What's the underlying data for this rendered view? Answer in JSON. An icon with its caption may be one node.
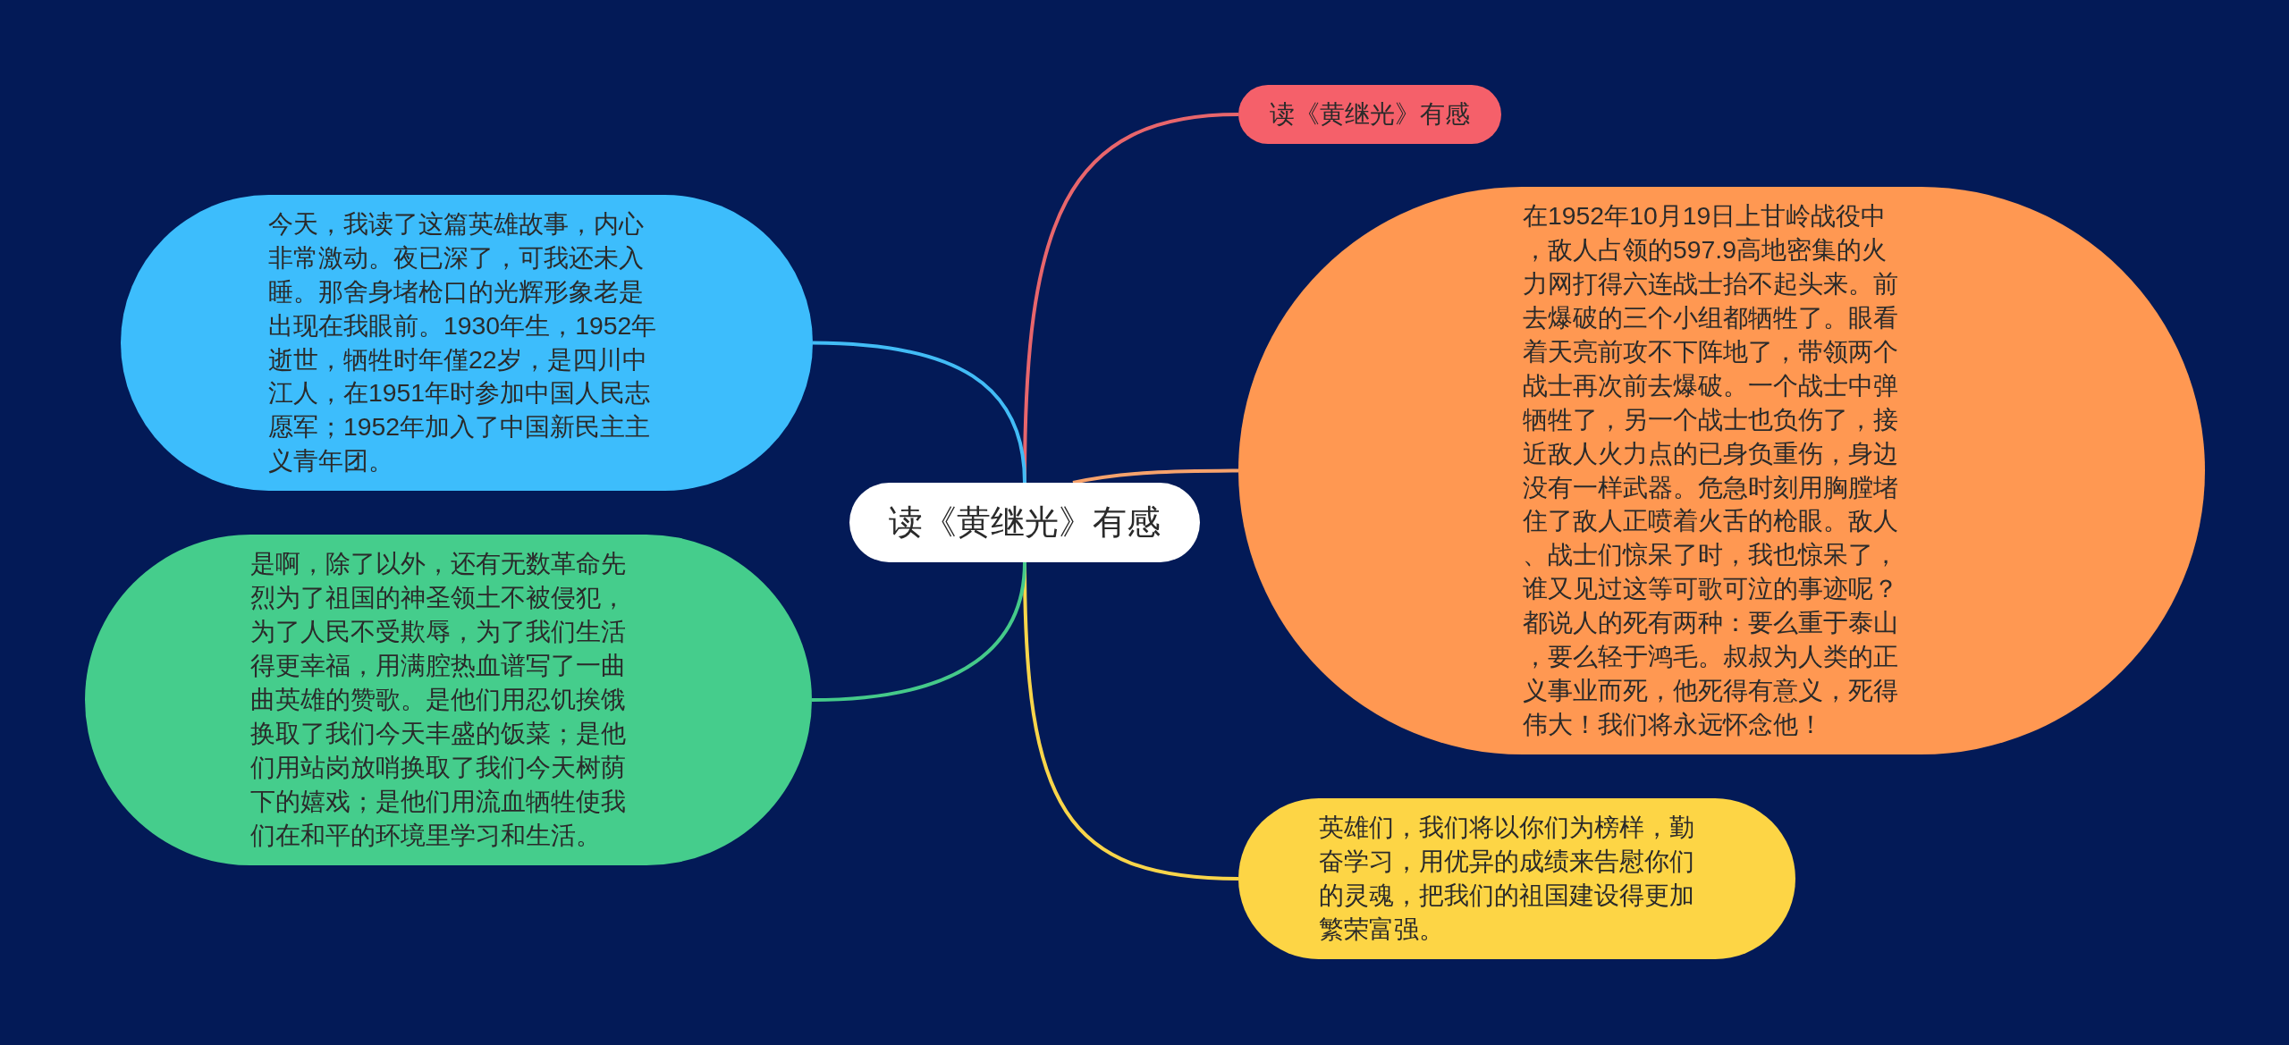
{
  "diagram": {
    "nodes": [
      {
        "text": [
          "读《黄继光》有感"
        ]
      },
      {
        "text": [
          "读《黄继光》有感"
        ]
      },
      {
        "text": [
          "在1952年10月19日上甘岭战役中，敌人占领的597.9高地密集的火力网打得六连战士抬不起头来。前去爆破的三个小组都牺牲了。眼看着天亮前攻不下阵地了，带领两个战士再次前去爆破。一个战士中弹牺牲了，另一个战士也负伤了，接近敌人火力点的已身负重伤，身边没有一样武器。危急时刻用胸膛堵住了敌人正喷着火舌的枪眼。敌人、战士们惊呆了时，我也惊呆了，谁又见过这等可歌可泣的事迹呢？都说人的死有两种：要么重于泰山，要么轻于鸿毛。叔叔为人类的正义事业而死，他死得有意义，死得伟大！我们将永远怀念他！"
        ]
      },
      {
        "text": [
          "英雄们，我们将以你们为榜样，勤奋学习，用优异的成绩来告慰你们的灵魂，把我们的祖国建设得更加繁荣富强。"
        ]
      },
      {
        "text": [
          "今天，我读了这篇英雄故事，内心非常激动。夜已深了，可我还未入睡。那舍身堵枪口的光辉形象老是出现在我眼前。1930年生，1952年逝世，牺牲时年僅22岁，是四川中江人，在1951年时参加中国人民志愿军；1952年加入了中国新民主主义青年团。"
        ]
      },
      {
        "text": [
          "是啊，除了以外，还有无数革命先烈为了祖国的神圣领土不被侵犯，为了人民不受欺辱，为了我们生活得更幸福，用满腔热血谱写了一曲曲英雄的赞歌。是他们用忍饥挨饿换取了我们今天丰盛的饭菜；是他们用站岗放哨换取了我们今天树荫下的嬉戏；是他们用流血牺牲使我们在和平的环境里学习和生活。"
        ]
      }
    ],
    "edges": [
      {
        "from": 0,
        "to": 1,
        "arrow": "none",
        "color": "#e8666c"
      },
      {
        "from": 0,
        "to": 2,
        "arrow": "none",
        "color": "#f7a26c"
      },
      {
        "from": 0,
        "to": 3,
        "arrow": "none",
        "color": "#f9d54a"
      },
      {
        "from": 0,
        "to": 4,
        "arrow": "none",
        "color": "#42bcf6"
      },
      {
        "from": 0,
        "to": 5,
        "arrow": "none",
        "color": "#45ca8a"
      }
    ]
  }
}
